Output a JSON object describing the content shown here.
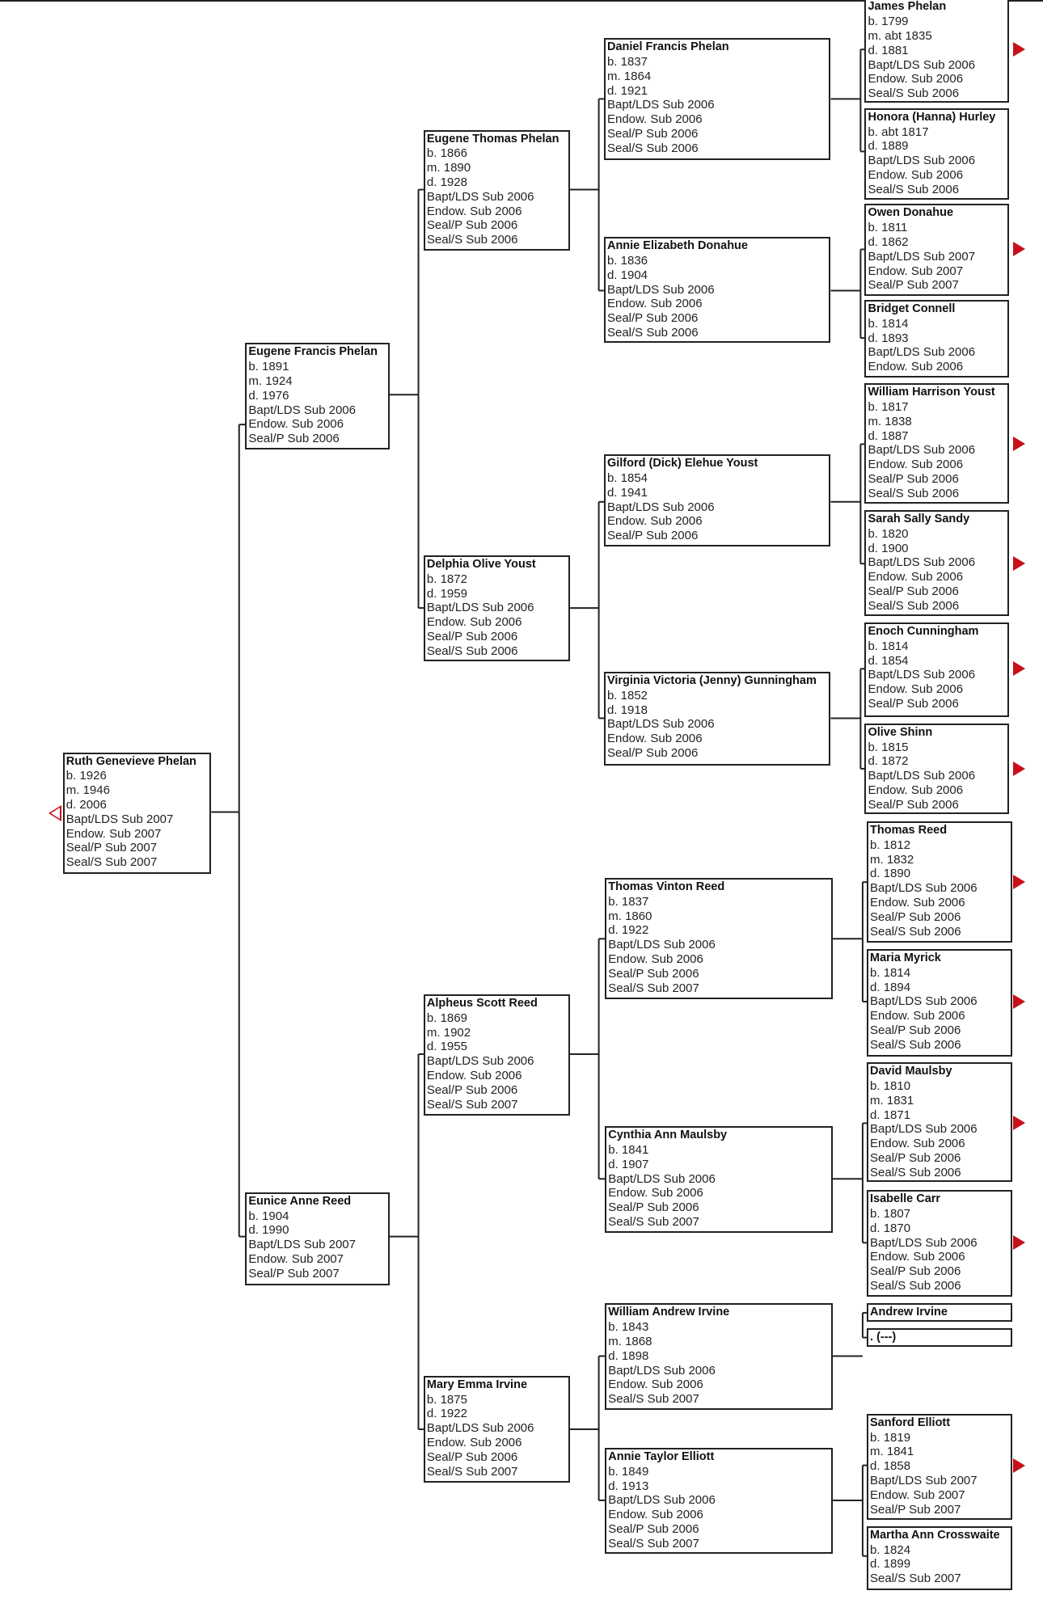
{
  "colors": {
    "arrow": "#c8101a",
    "line": "#222222"
  },
  "persons": [
    {
      "name": "Ruth Genevieve Phelan",
      "lines": [
        "b. 1926",
        "m. 1946",
        "d. 2006",
        "Bapt/LDS Sub 2007",
        "Endow. Sub 2007",
        "Seal/P Sub 2007",
        "Seal/S Sub 2007"
      ]
    },
    {
      "name": "Eugene Francis Phelan",
      "lines": [
        "b. 1891",
        "m. 1924",
        "d. 1976",
        "Bapt/LDS Sub 2006",
        "Endow. Sub 2006",
        "Seal/P Sub 2006"
      ]
    },
    {
      "name": "Eunice Anne Reed",
      "lines": [
        "b. 1904",
        "d. 1990",
        "Bapt/LDS Sub 2007",
        "Endow. Sub 2007",
        "Seal/P Sub 2007"
      ]
    },
    {
      "name": "Eugene Thomas Phelan",
      "lines": [
        "b. 1866",
        "m. 1890",
        "d. 1928",
        "Bapt/LDS Sub 2006",
        "Endow. Sub 2006",
        "Seal/P Sub 2006",
        "Seal/S Sub 2006"
      ]
    },
    {
      "name": "Delphia Olive Youst",
      "lines": [
        "b. 1872",
        "d. 1959",
        "Bapt/LDS Sub 2006",
        "Endow. Sub 2006",
        "Seal/P Sub 2006",
        "Seal/S Sub 2006"
      ]
    },
    {
      "name": "Alpheus Scott Reed",
      "lines": [
        "b. 1869",
        "m. 1902",
        "d. 1955",
        "Bapt/LDS Sub 2006",
        "Endow. Sub 2006",
        "Seal/P Sub 2006",
        "Seal/S Sub 2007"
      ]
    },
    {
      "name": "Mary Emma Irvine",
      "lines": [
        "b. 1875",
        "d. 1922",
        "Bapt/LDS Sub 2006",
        "Endow. Sub 2006",
        "Seal/P Sub 2006",
        "Seal/S Sub 2007"
      ]
    },
    {
      "name": "Daniel Francis Phelan",
      "lines": [
        "b. 1837",
        "m. 1864",
        "d. 1921",
        "Bapt/LDS Sub 2006",
        "Endow. Sub 2006",
        "Seal/P Sub 2006",
        "Seal/S Sub 2006"
      ]
    },
    {
      "name": "Annie Elizabeth Donahue",
      "lines": [
        "b. 1836",
        "d. 1904",
        "Bapt/LDS Sub 2006",
        "Endow. Sub 2006",
        "Seal/P Sub 2006",
        "Seal/S Sub 2006"
      ]
    },
    {
      "name": "Gilford (Dick) Elehue Youst",
      "lines": [
        "b. 1854",
        "d. 1941",
        "Bapt/LDS Sub 2006",
        "Endow. Sub 2006",
        "Seal/P Sub 2006"
      ]
    },
    {
      "name": "Virginia Victoria (Jenny) Gunningham",
      "lines": [
        "b. 1852",
        "d. 1918",
        "Bapt/LDS Sub 2006",
        "Endow. Sub 2006",
        "Seal/P Sub 2006"
      ]
    },
    {
      "name": "Thomas Vinton Reed",
      "lines": [
        "b. 1837",
        "m. 1860",
        "d. 1922",
        "Bapt/LDS Sub 2006",
        "Endow. Sub 2006",
        "Seal/P Sub 2006",
        "Seal/S Sub 2007"
      ]
    },
    {
      "name": "Cynthia Ann Maulsby",
      "lines": [
        "b. 1841",
        "d. 1907",
        "Bapt/LDS Sub 2006",
        "Endow. Sub 2006",
        "Seal/P Sub 2006",
        "Seal/S Sub 2007"
      ]
    },
    {
      "name": "William Andrew Irvine",
      "lines": [
        "b. 1843",
        "m. 1868",
        "d. 1898",
        "Bapt/LDS Sub 2006",
        "Endow. Sub 2006",
        "Seal/S Sub 2007"
      ]
    },
    {
      "name": "Annie Taylor Elliott",
      "lines": [
        "b. 1849",
        "d. 1913",
        "Bapt/LDS Sub 2006",
        "Endow. Sub 2006",
        "Seal/P Sub 2006",
        "Seal/S Sub 2007"
      ]
    },
    {
      "name": "James Phelan",
      "lines": [
        "b. 1799",
        "m. abt 1835",
        "d. 1881",
        "Bapt/LDS Sub 2006",
        "Endow. Sub 2006",
        "Seal/S Sub 2006"
      ]
    },
    {
      "name": "Honora (Hanna) Hurley",
      "lines": [
        "b. abt 1817",
        "d. 1889",
        "Bapt/LDS Sub 2006",
        "Endow. Sub 2006",
        "Seal/S Sub 2006"
      ]
    },
    {
      "name": "Owen Donahue",
      "lines": [
        "b. 1811",
        "d. 1862",
        "Bapt/LDS Sub 2007",
        "Endow. Sub 2007",
        "Seal/P Sub 2007"
      ]
    },
    {
      "name": "Bridget Connell",
      "lines": [
        "b. 1814",
        "d. 1893",
        "Bapt/LDS Sub 2006",
        "Endow. Sub 2006"
      ]
    },
    {
      "name": "William Harrison Youst",
      "lines": [
        "b. 1817",
        "m. 1838",
        "d. 1887",
        "Bapt/LDS Sub 2006",
        "Endow. Sub 2006",
        "Seal/P Sub 2006",
        "Seal/S Sub 2006"
      ]
    },
    {
      "name": "Sarah Sally Sandy",
      "lines": [
        "b. 1820",
        "d. 1900",
        "Bapt/LDS Sub 2006",
        "Endow. Sub 2006",
        "Seal/P Sub 2006",
        "Seal/S Sub 2006"
      ]
    },
    {
      "name": "Enoch Cunningham",
      "lines": [
        "b. 1814",
        "d. 1854",
        "Bapt/LDS Sub 2006",
        "Endow. Sub 2006",
        "Seal/P Sub 2006"
      ]
    },
    {
      "name": "Olive Shinn",
      "lines": [
        "b. 1815",
        "d. 1872",
        "Bapt/LDS Sub 2006",
        "Endow. Sub 2006",
        "Seal/P Sub 2006"
      ]
    },
    {
      "name": "Thomas Reed",
      "lines": [
        "b. 1812",
        "m. 1832",
        "d. 1890",
        "Bapt/LDS Sub 2006",
        "Endow. Sub 2006",
        "Seal/P Sub 2006",
        "Seal/S Sub 2006"
      ]
    },
    {
      "name": "Maria Myrick",
      "lines": [
        "b. 1814",
        "d. 1894",
        "Bapt/LDS Sub 2006",
        "Endow. Sub 2006",
        "Seal/P Sub 2006",
        "Seal/S Sub 2006"
      ]
    },
    {
      "name": "David Maulsby",
      "lines": [
        "b. 1810",
        "m. 1831",
        "d. 1871",
        "Bapt/LDS Sub 2006",
        "Endow. Sub 2006",
        "Seal/P Sub 2006",
        "Seal/S Sub 2006"
      ]
    },
    {
      "name": "Isabelle Carr",
      "lines": [
        "b. 1807",
        "d. 1870",
        "Bapt/LDS Sub 2006",
        "Endow. Sub 2006",
        "Seal/P Sub 2006",
        "Seal/S Sub 2006"
      ]
    },
    {
      "name": "Andrew Irvine",
      "lines": []
    },
    {
      "name": ". (---)",
      "lines": []
    },
    {
      "name": "Sanford Elliott",
      "lines": [
        "b. 1819",
        "m. 1841",
        "d. 1858",
        "Bapt/LDS Sub 2007",
        "Endow. Sub 2007",
        "Seal/P Sub 2007"
      ]
    },
    {
      "name": "Martha Ann Crosswaite",
      "lines": [
        "b. 1824",
        "d. 1899",
        "Seal/S Sub 2007"
      ]
    }
  ],
  "more_ancestors": [
    15,
    17,
    19,
    20,
    21,
    22,
    23,
    24,
    25,
    26,
    29
  ]
}
